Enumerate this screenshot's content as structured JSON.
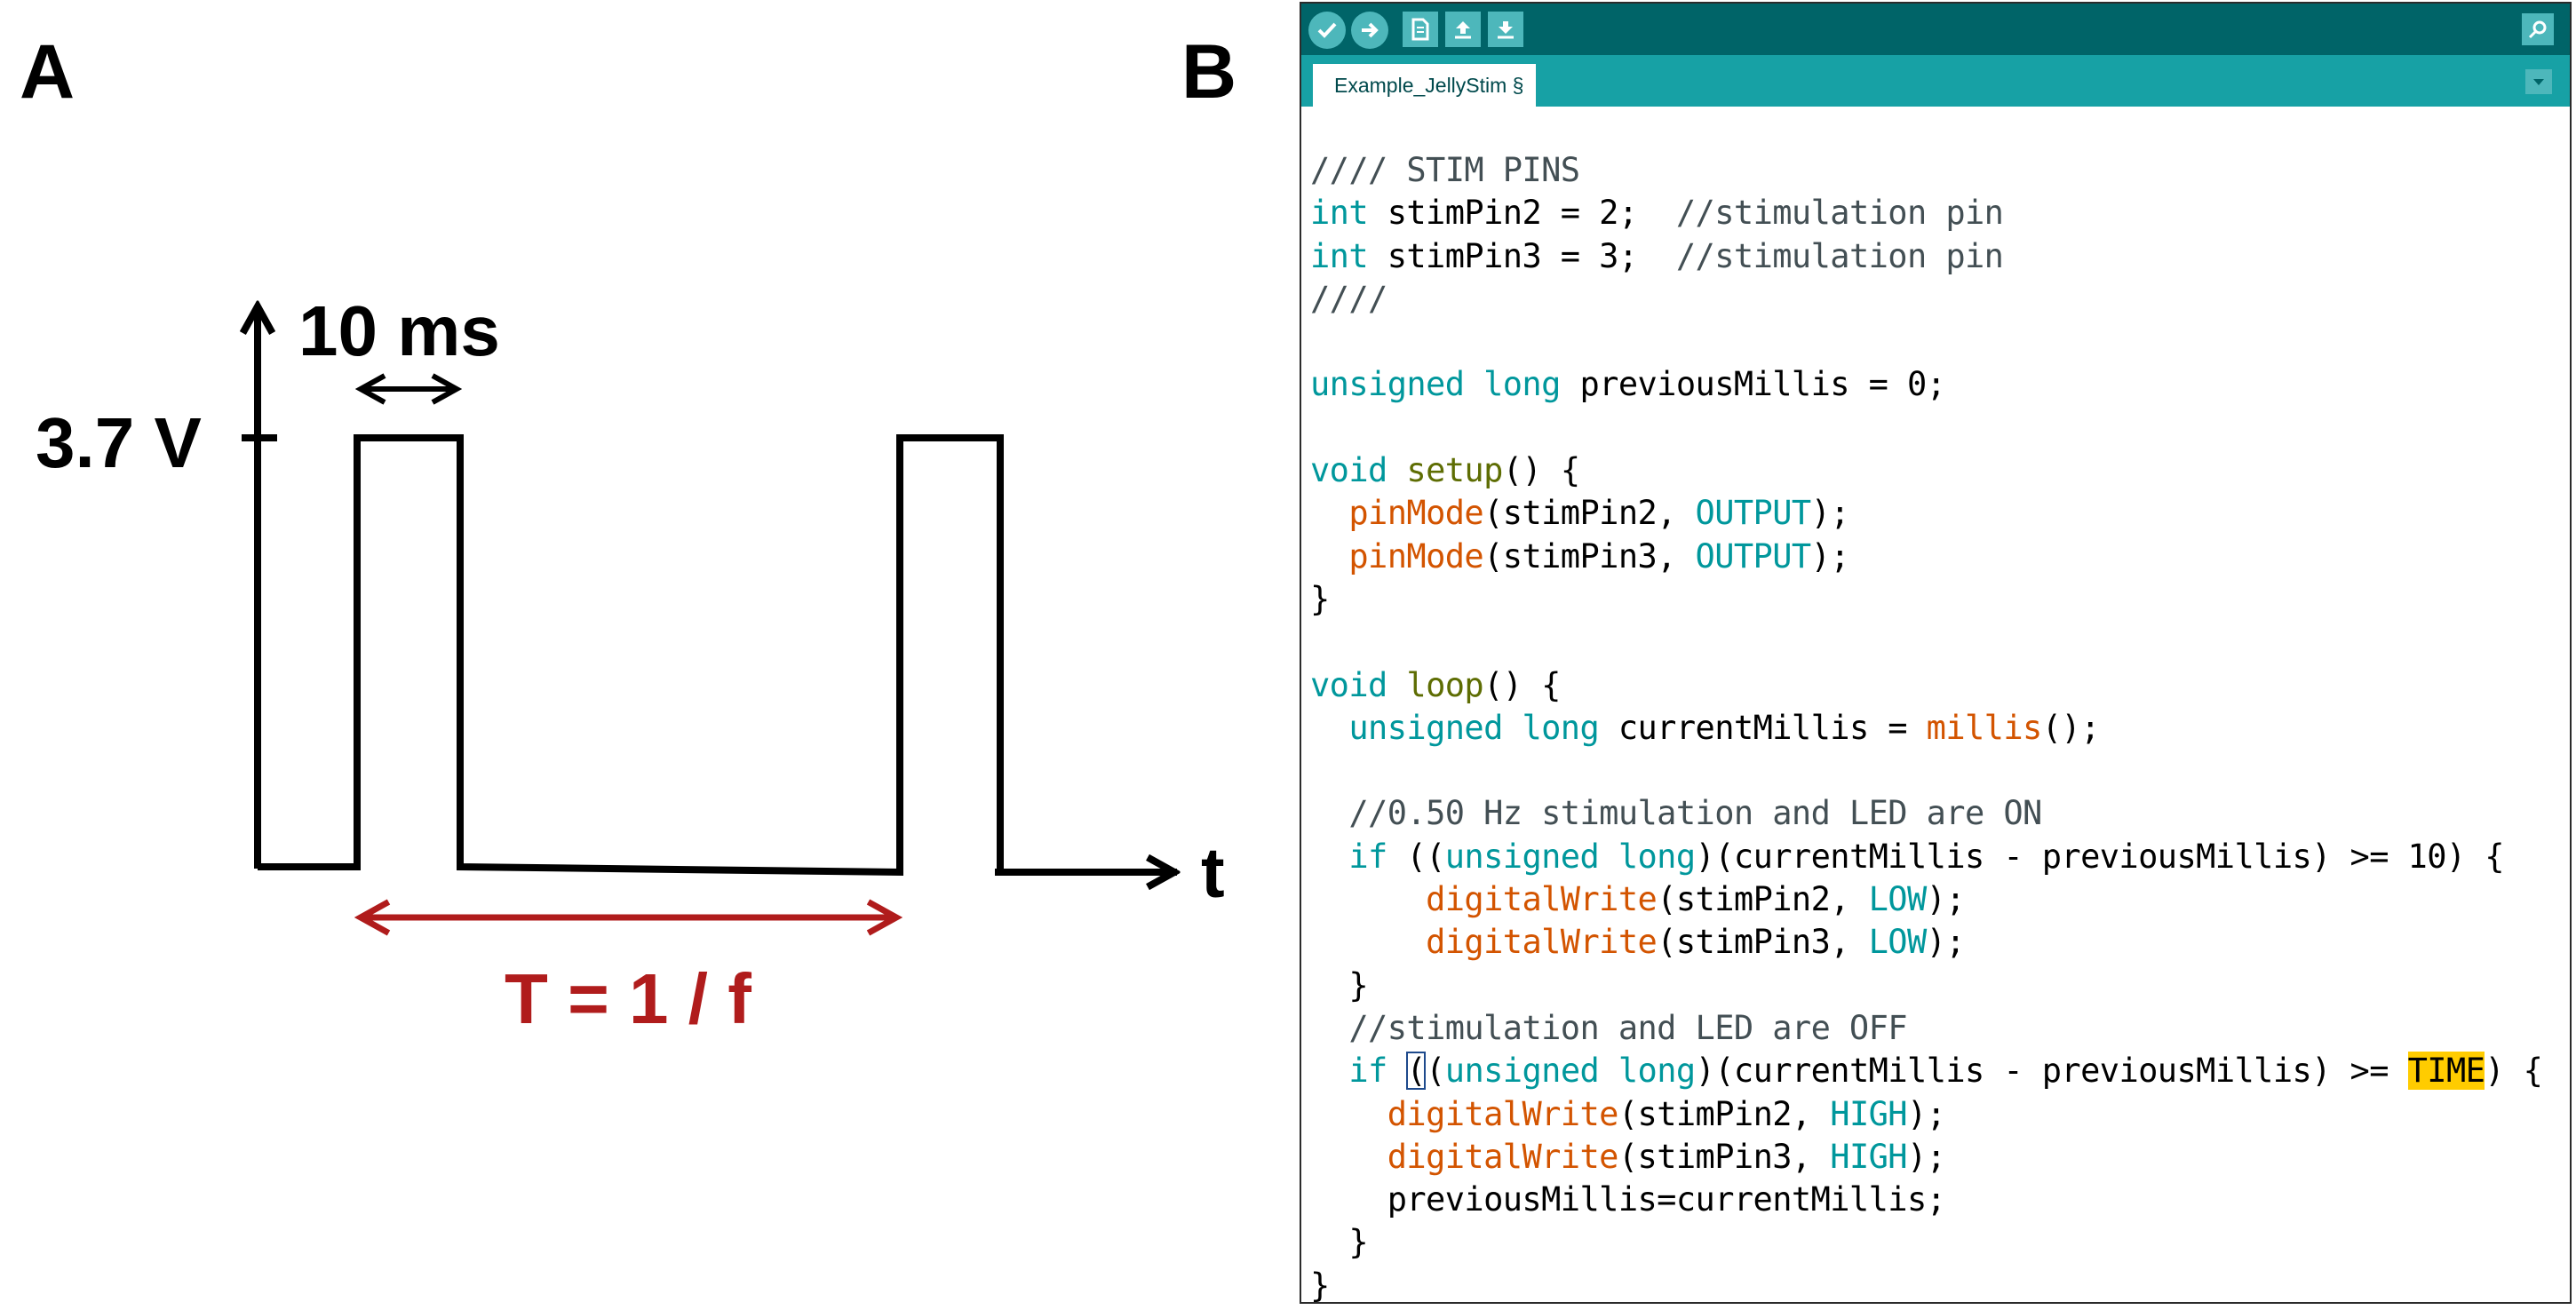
{
  "panel_a": {
    "letter": "A",
    "voltage_label": "3.7 V",
    "pulse_width_label": "10 ms",
    "time_axis_label": "t",
    "period_label": "T = 1 / f",
    "colors": {
      "waveform": "#000000",
      "period_arrow": "#b01c1c"
    }
  },
  "panel_b": {
    "letter": "B",
    "toolbar": {
      "buttons": [
        "verify-icon",
        "upload-icon",
        "new-icon",
        "open-icon",
        "save-icon"
      ],
      "serial_monitor_icon": "magnifier-icon"
    },
    "tab_label": "Example_JellyStim §",
    "colors": {
      "toolbar_bg": "#006468",
      "tabbar_bg": "#17a1a5",
      "button": "#4db7bb",
      "keyword": "#00979c",
      "function": "#d35400",
      "builtin": "#5e6d03",
      "comment": "#434f54",
      "highlight": "#ffcc00"
    },
    "code_lines": [
      [
        {
          "t": "//// STIM PINS",
          "c": "cm"
        }
      ],
      [
        {
          "t": "int",
          "c": "kw"
        },
        {
          "t": " stimPin2 = 2;  "
        },
        {
          "t": "//stimulation pin",
          "c": "cm"
        }
      ],
      [
        {
          "t": "int",
          "c": "kw"
        },
        {
          "t": " stimPin3 = 3;  "
        },
        {
          "t": "//stimulation pin",
          "c": "cm"
        }
      ],
      [
        {
          "t": "////",
          "c": "cm"
        }
      ],
      [],
      [
        {
          "t": "unsigned long",
          "c": "kw"
        },
        {
          "t": " previousMillis = 0;"
        }
      ],
      [],
      [
        {
          "t": "void",
          "c": "kw"
        },
        {
          "t": " "
        },
        {
          "t": "setup",
          "c": "fn2"
        },
        {
          "t": "() {"
        }
      ],
      [
        {
          "t": "  "
        },
        {
          "t": "pinMode",
          "c": "fn"
        },
        {
          "t": "(stimPin2, "
        },
        {
          "t": "OUTPUT",
          "c": "kw"
        },
        {
          "t": ");"
        }
      ],
      [
        {
          "t": "  "
        },
        {
          "t": "pinMode",
          "c": "fn"
        },
        {
          "t": "(stimPin3, "
        },
        {
          "t": "OUTPUT",
          "c": "kw"
        },
        {
          "t": ");"
        }
      ],
      [
        {
          "t": "}"
        }
      ],
      [],
      [
        {
          "t": "void",
          "c": "kw"
        },
        {
          "t": " "
        },
        {
          "t": "loop",
          "c": "fn2"
        },
        {
          "t": "() {"
        }
      ],
      [
        {
          "t": "  "
        },
        {
          "t": "unsigned long",
          "c": "kw"
        },
        {
          "t": " currentMillis = "
        },
        {
          "t": "millis",
          "c": "fn"
        },
        {
          "t": "();"
        }
      ],
      [],
      [
        {
          "t": "  "
        },
        {
          "t": "//0.50 Hz stimulation and LED are ON",
          "c": "cm"
        }
      ],
      [
        {
          "t": "  "
        },
        {
          "t": "if",
          "c": "kw"
        },
        {
          "t": " (("
        },
        {
          "t": "unsigned long",
          "c": "kw"
        },
        {
          "t": ")(currentMillis - previousMillis) >= 10) {"
        }
      ],
      [
        {
          "t": "      "
        },
        {
          "t": "digitalWrite",
          "c": "fn"
        },
        {
          "t": "(stimPin2, "
        },
        {
          "t": "LOW",
          "c": "kw"
        },
        {
          "t": ");"
        }
      ],
      [
        {
          "t": "      "
        },
        {
          "t": "digitalWrite",
          "c": "fn"
        },
        {
          "t": "(stimPin3, "
        },
        {
          "t": "LOW",
          "c": "kw"
        },
        {
          "t": ");"
        }
      ],
      [
        {
          "t": "  }"
        }
      ],
      [
        {
          "t": "  "
        },
        {
          "t": "//stimulation and LED are OFF",
          "c": "cm"
        }
      ],
      [
        {
          "t": "  "
        },
        {
          "t": "if",
          "c": "kw"
        },
        {
          "t": " "
        },
        {
          "t": "(",
          "c": "cur"
        },
        {
          "t": "("
        },
        {
          "t": "unsigned long",
          "c": "kw"
        },
        {
          "t": ")(currentMillis - previousMillis) >= "
        },
        {
          "t": "TIME",
          "c": "hl"
        },
        {
          "t": ") {"
        }
      ],
      [
        {
          "t": "    "
        },
        {
          "t": "digitalWrite",
          "c": "fn"
        },
        {
          "t": "(stimPin2, "
        },
        {
          "t": "HIGH",
          "c": "kw"
        },
        {
          "t": ");"
        }
      ],
      [
        {
          "t": "    "
        },
        {
          "t": "digitalWrite",
          "c": "fn"
        },
        {
          "t": "(stimPin3, "
        },
        {
          "t": "HIGH",
          "c": "kw"
        },
        {
          "t": ");"
        }
      ],
      [
        {
          "t": "    previousMillis=currentMillis;"
        }
      ],
      [
        {
          "t": "  }"
        }
      ],
      [
        {
          "t": "}"
        }
      ]
    ]
  }
}
